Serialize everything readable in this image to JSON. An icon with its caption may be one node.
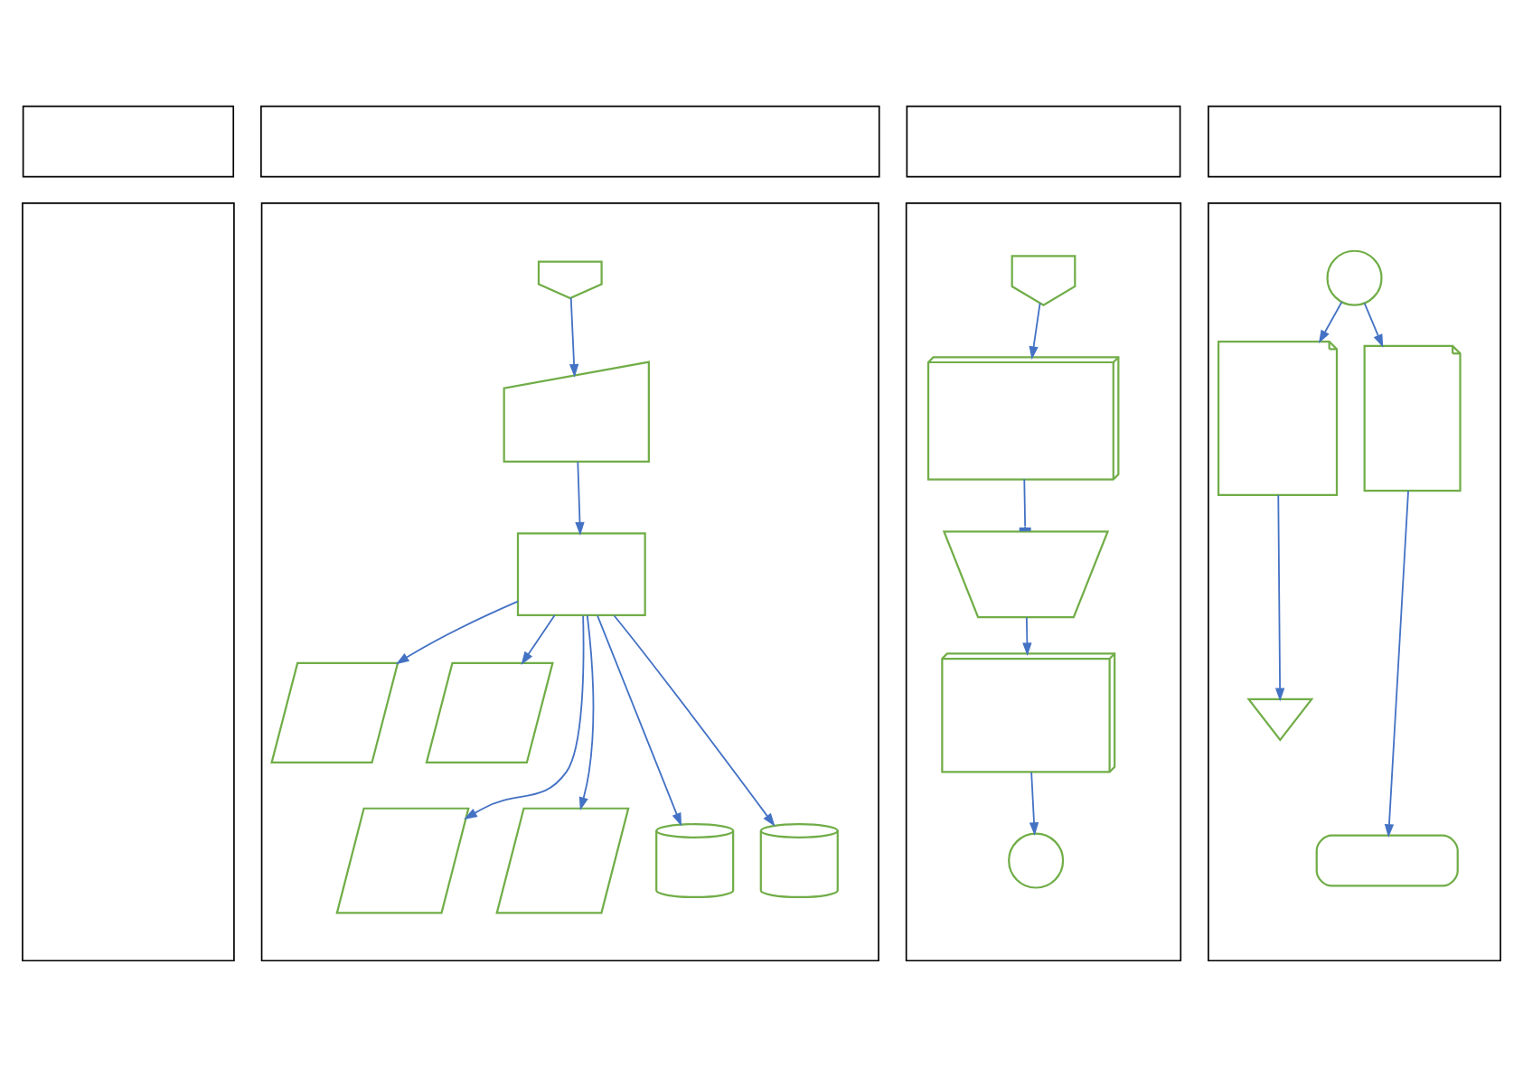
{
  "diagram": {
    "nodes": [
      {
        "text": [],
        "shape": "box"
      },
      {
        "text": [],
        "shape": "box"
      },
      {
        "text": [],
        "shape": "box"
      },
      {
        "text": [],
        "shape": "box"
      },
      {
        "text": [],
        "shape": "box"
      },
      {
        "text": [],
        "shape": "box"
      },
      {
        "text": [],
        "shape": "box"
      },
      {
        "text": [],
        "shape": "box"
      },
      {
        "text": [],
        "shape": "pentagon",
        "in": 5
      },
      {
        "text": [],
        "shape": "quadrilateral",
        "in": 5
      },
      {
        "text": [],
        "shape": "box",
        "in": 5
      },
      {
        "text": [],
        "shape": "parallelogram",
        "in": 5
      },
      {
        "text": [],
        "shape": "parallelogram",
        "in": 5
      },
      {
        "text": [],
        "shape": "cylinder",
        "in": 5
      },
      {
        "text": [],
        "shape": "cylinder",
        "in": 5
      },
      {
        "text": [],
        "shape": "parallelogram",
        "in": 5
      },
      {
        "text": [],
        "shape": "parallelogram",
        "in": 5
      },
      {
        "text": [],
        "shape": "pentagon",
        "in": 6
      },
      {
        "text": [],
        "shape": "documents",
        "in": 6
      },
      {
        "text": [],
        "shape": "trapezoid",
        "in": 6
      },
      {
        "text": [],
        "shape": "documents",
        "in": 6
      },
      {
        "text": [],
        "shape": "circle",
        "in": 6
      },
      {
        "text": [],
        "shape": "circle",
        "in": 7
      },
      {
        "text": [],
        "shape": "document",
        "in": 7
      },
      {
        "text": [],
        "shape": "document",
        "in": 7
      },
      {
        "text": [],
        "shape": "triangle",
        "in": 7
      },
      {
        "text": [],
        "shape": "box",
        "in": 7
      }
    ],
    "edges": [
      {
        "from": 8,
        "to": 9,
        "arrow": "to"
      },
      {
        "from": 9,
        "to": 10,
        "arrow": "to"
      },
      {
        "from": 10,
        "to": 11,
        "arrow": "to"
      },
      {
        "from": 10,
        "to": 12,
        "arrow": "to"
      },
      {
        "from": 10,
        "to": 15,
        "arrow": "to"
      },
      {
        "from": 10,
        "to": 16,
        "arrow": "to"
      },
      {
        "from": 10,
        "to": 13,
        "arrow": "to"
      },
      {
        "from": 10,
        "to": 14,
        "arrow": "to"
      },
      {
        "from": 17,
        "to": 18,
        "arrow": "to"
      },
      {
        "from": 18,
        "to": 19,
        "arrow": "other"
      },
      {
        "from": 19,
        "to": 20,
        "arrow": "to"
      },
      {
        "from": 20,
        "to": 21,
        "arrow": "to"
      },
      {
        "from": 22,
        "to": 23,
        "arrow": "to"
      },
      {
        "from": 22,
        "to": 24,
        "arrow": "to"
      },
      {
        "from": 23,
        "to": 25,
        "arrow": "to"
      },
      {
        "from": 24,
        "to": 26,
        "arrow": "to"
      }
    ]
  }
}
